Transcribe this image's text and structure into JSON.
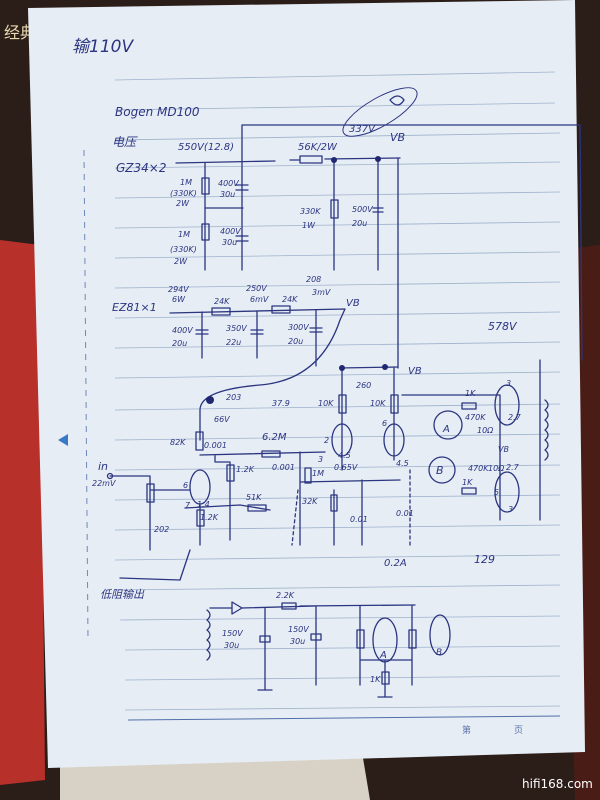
{
  "background": {
    "book_spine_text": "经典",
    "paper_color": "#e8eef6",
    "ink_color": "#2b3580"
  },
  "header": {
    "note": "输110V",
    "model": "Bogen MD100"
  },
  "power_supply": {
    "label_voltage": "电压",
    "rectifier_1": "GZ34×2",
    "ac_voltage": "550V(12.8)",
    "series_resistor": "56K/2W",
    "node_voltage": "337V",
    "node_label": "VB",
    "bleeder_1": [
      "1M",
      "(330K)",
      "2W"
    ],
    "cap_1": [
      "400V",
      "30u"
    ],
    "bleeder_2": [
      "1M",
      "(330K)",
      "2W"
    ],
    "cap_2": [
      "400V",
      "30u"
    ],
    "divider_resistor": [
      "330K",
      "1W"
    ],
    "cap_3": [
      "500V",
      "20u"
    ],
    "rectifier_2": "EZ81×1",
    "v1": [
      "294V",
      "6W"
    ],
    "r1": "24K",
    "v2": [
      "250V",
      "6mV"
    ],
    "r2": "24K",
    "v3": [
      "208",
      "3mV"
    ],
    "node_label_2": "VB",
    "caps_2": [
      [
        "400V",
        "20u"
      ],
      [
        "350V",
        "22u"
      ],
      [
        "300V",
        "20u"
      ]
    ]
  },
  "amplifier": {
    "b_plus": "578V",
    "vb": "VB",
    "v260": "260",
    "v203": "203",
    "v379": "37.9",
    "v66": "66V",
    "r_plate_1": "10K",
    "r_plate_2": "10K",
    "r_82k": "82K",
    "c_001a": "0.001",
    "r_62m": "6.2M",
    "c_001b": "0.001",
    "r_12k_a": "1.2K",
    "r_1m": "1M",
    "r_32k": "32K",
    "c_001c": "0.01",
    "c_001d": "0.01",
    "r_51k": "51K",
    "r_12k_b": "1.2K",
    "v202": "202",
    "in_label": "in",
    "in_level": "22mV",
    "pin_6a": "6",
    "pin_7": "7",
    "v14": "1.4",
    "pin_2": "2",
    "pin_3": "3",
    "v45a": "4.5",
    "v065": "0.65V",
    "pin_6b": "6",
    "v45b": "4.5",
    "v27a": "2.7",
    "v27b": "2.7",
    "r_1k_a": "1K",
    "r_1k_b": "1K",
    "r_470k_a": "470K",
    "r_470k_b": "470K",
    "r_10a": "10Ω",
    "r_10b": "10Ω",
    "pin_3b": "3",
    "pin_5": "5",
    "pin_3c": "3",
    "vb2": "VB",
    "meter_a": "A",
    "meter_b": "B"
  },
  "bias_supply": {
    "title": "低阻输出",
    "r": "2.2K",
    "cap_1": [
      "150V",
      "30u"
    ],
    "cap_2": [
      "150V",
      "30u"
    ],
    "current": "0.2A",
    "value_129": "129",
    "pot_a": "A",
    "pot_b": "B",
    "r_1k": "1K"
  },
  "page_footer": {
    "page_prefix": "第",
    "page_suffix": "页"
  },
  "watermark": "hifi168.com"
}
